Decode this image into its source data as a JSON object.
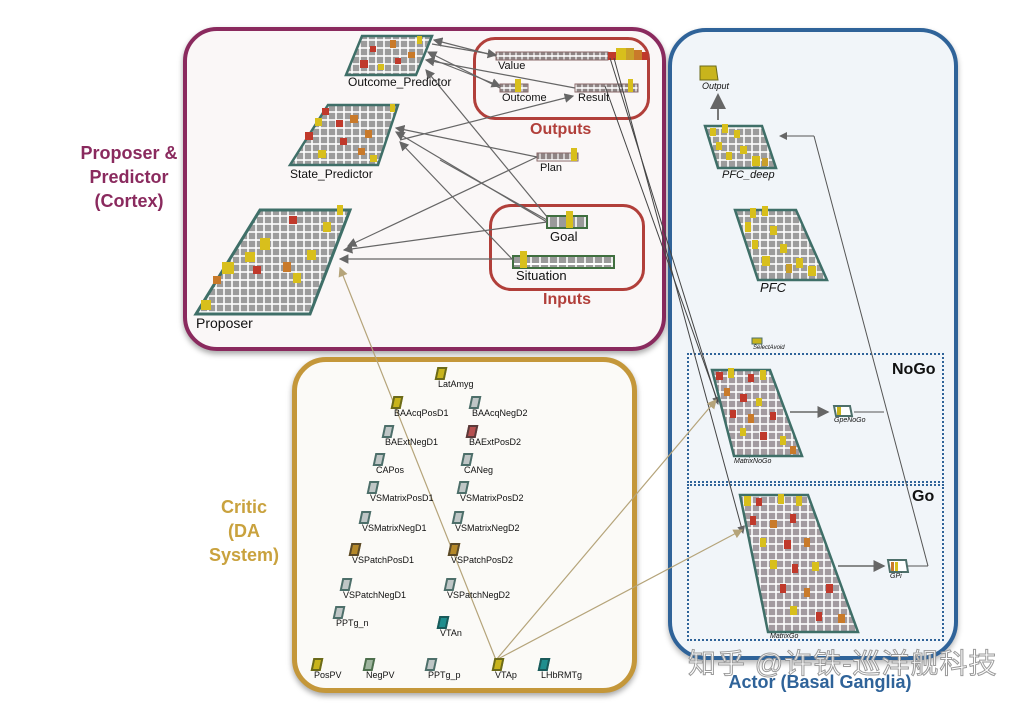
{
  "title": "PBWM / PVLV brain-inspired network architecture",
  "colors": {
    "cortex": "#8a2a5e",
    "critic": "#c4973a",
    "actor": "#2f6399",
    "io_group": "#b13f3a",
    "unit_yellow": "#d8bf1c",
    "unit_red": "#c0392b",
    "grid_gray": "#9a9a9a"
  },
  "regions": {
    "cortex": {
      "label_line1": "Proposer &",
      "label_line2": "Predictor",
      "label_line3": "(Cortex)"
    },
    "critic": {
      "label_line1": "Critic",
      "label_line2": "(DA",
      "label_line3": "System)"
    },
    "actor": {
      "label": "Actor (Basal Ganglia)"
    }
  },
  "groups": {
    "outputs": "Outputs",
    "inputs": "Inputs",
    "nogo": "NoGo",
    "go": "Go"
  },
  "cortex_layers": {
    "outcome_predictor": "Outcome_Predictor",
    "state_predictor": "State_Predictor",
    "proposer": "Proposer",
    "value": "Value",
    "outcome": "Outcome",
    "result": "Result",
    "plan": "Plan",
    "goal": "Goal",
    "situation": "Situation"
  },
  "actor_layers": {
    "output": "Output",
    "pfc_deep": "PFC_deep",
    "pfc": "PFC",
    "select_avoid": "SelectAvoid",
    "matrix_nogo": "MatrixNoGo",
    "gpe_nogo": "GpeNoGo",
    "matrix_go": "MatrixGo",
    "gpi": "GPi"
  },
  "critic_layers": [
    {
      "id": "latamyg",
      "label": "LatAmyg",
      "color": "yellow"
    },
    {
      "id": "baacqposd1",
      "label": "BAAcqPosD1",
      "color": "yellow"
    },
    {
      "id": "baacqnegd2",
      "label": "BAAcqNegD2",
      "color": "gray"
    },
    {
      "id": "baextnegd1",
      "label": "BAExtNegD1",
      "color": "gray"
    },
    {
      "id": "baextposd2",
      "label": "BAExtPosD2",
      "color": "red"
    },
    {
      "id": "capos",
      "label": "CAPos",
      "color": "gray"
    },
    {
      "id": "caneg",
      "label": "CANeg",
      "color": "gray"
    },
    {
      "id": "vsmatrixposd1",
      "label": "VSMatrixPosD1",
      "color": "gray"
    },
    {
      "id": "vsmatrixposd2",
      "label": "VSMatrixPosD2",
      "color": "gray"
    },
    {
      "id": "vsmatrixnegd1",
      "label": "VSMatrixNegD1",
      "color": "gray"
    },
    {
      "id": "vsmatrixnegd2",
      "label": "VSMatrixNegD2",
      "color": "gray"
    },
    {
      "id": "vspatchposd1",
      "label": "VSPatchPosD1",
      "color": "orange"
    },
    {
      "id": "vspatchposd2",
      "label": "VSPatchPosD2",
      "color": "orange"
    },
    {
      "id": "vspatchnegd1",
      "label": "VSPatchNegD1",
      "color": "gray"
    },
    {
      "id": "vspatchnegd2",
      "label": "VSPatchNegD2",
      "color": "gray"
    },
    {
      "id": "pptg_n",
      "label": "PPTg_n",
      "color": "gray"
    },
    {
      "id": "vtan",
      "label": "VTAn",
      "color": "teal"
    },
    {
      "id": "pospv",
      "label": "PosPV",
      "color": "yellow"
    },
    {
      "id": "negpv",
      "label": "NegPV",
      "color": "green"
    },
    {
      "id": "pptg_p",
      "label": "PPTg_p",
      "color": "gray"
    },
    {
      "id": "vtap",
      "label": "VTAp",
      "color": "yellow"
    },
    {
      "id": "lhbrmtg",
      "label": "LHbRMTg",
      "color": "teal"
    }
  ],
  "watermark": "知乎 @许铁-巡洋舰科技"
}
